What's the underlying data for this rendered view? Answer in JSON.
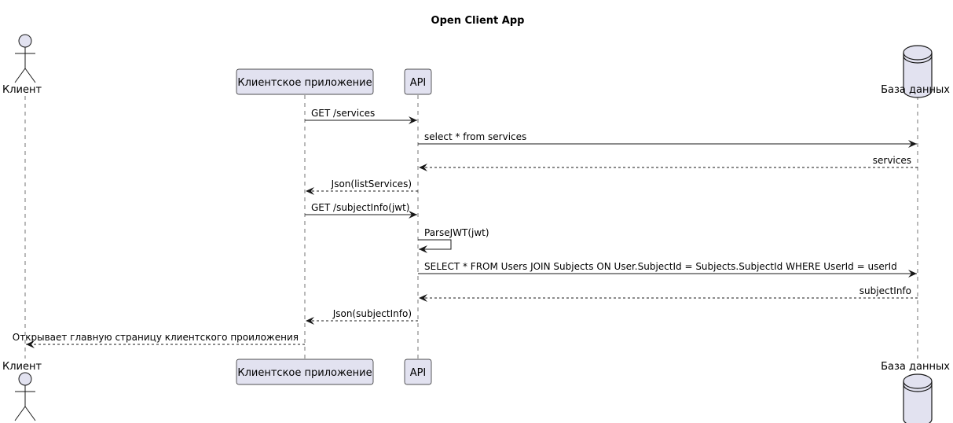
{
  "diagram": {
    "title": "Open Client App",
    "participants": [
      {
        "id": "client",
        "label": "Клиент",
        "kind": "actor"
      },
      {
        "id": "app",
        "label": "Клиентское приложение",
        "kind": "participant"
      },
      {
        "id": "api",
        "label": "API",
        "kind": "participant"
      },
      {
        "id": "db",
        "label": "База данных",
        "kind": "database"
      }
    ],
    "messages": [
      {
        "from": "app",
        "to": "api",
        "label": "GET /services",
        "style": "solid"
      },
      {
        "from": "api",
        "to": "db",
        "label": "select * from services",
        "style": "solid"
      },
      {
        "from": "db",
        "to": "api",
        "label": "services",
        "style": "dashed"
      },
      {
        "from": "api",
        "to": "app",
        "label": "Json(listServices)",
        "style": "dashed"
      },
      {
        "from": "app",
        "to": "api",
        "label": "GET /subjectInfo(jwt)",
        "style": "solid"
      },
      {
        "from": "api",
        "to": "api",
        "label": "ParseJWT(jwt)",
        "style": "self"
      },
      {
        "from": "api",
        "to": "db",
        "label": "SELECT * FROM Users JOIN Subjects ON  User.SubjectId = Subjects.SubjectId WHERE UserId = userId",
        "style": "solid"
      },
      {
        "from": "db",
        "to": "api",
        "label": "subjectInfo",
        "style": "dashed"
      },
      {
        "from": "api",
        "to": "app",
        "label": "Json(subjectInfo)",
        "style": "dashed"
      },
      {
        "from": "app",
        "to": "client",
        "label": "Открывает главную страницу клиентского проиложения",
        "style": "dashed"
      }
    ],
    "colors": {
      "participant_fill": "#e2e2f0",
      "participant_border": "#181818",
      "line": "#181818",
      "text": "#000000"
    }
  }
}
